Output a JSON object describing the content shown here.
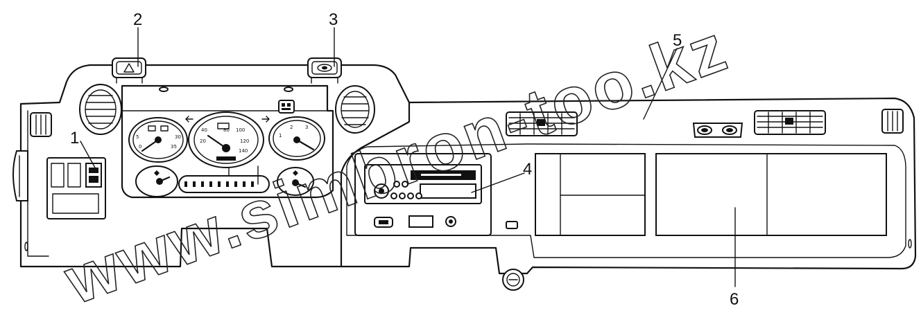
{
  "callouts": [
    {
      "id": "1",
      "label": "1"
    },
    {
      "id": "2",
      "label": "2"
    },
    {
      "id": "3",
      "label": "3"
    },
    {
      "id": "4",
      "label": "4"
    },
    {
      "id": "5",
      "label": "5"
    },
    {
      "id": "6",
      "label": "6"
    }
  ],
  "watermark": "www.simbron-too.kz",
  "icons": {
    "hazard_switch": "warning-triangle-icon",
    "fog_switch": "fog-light-icon"
  },
  "colors": {
    "line": "#111111",
    "background": "#ffffff"
  }
}
